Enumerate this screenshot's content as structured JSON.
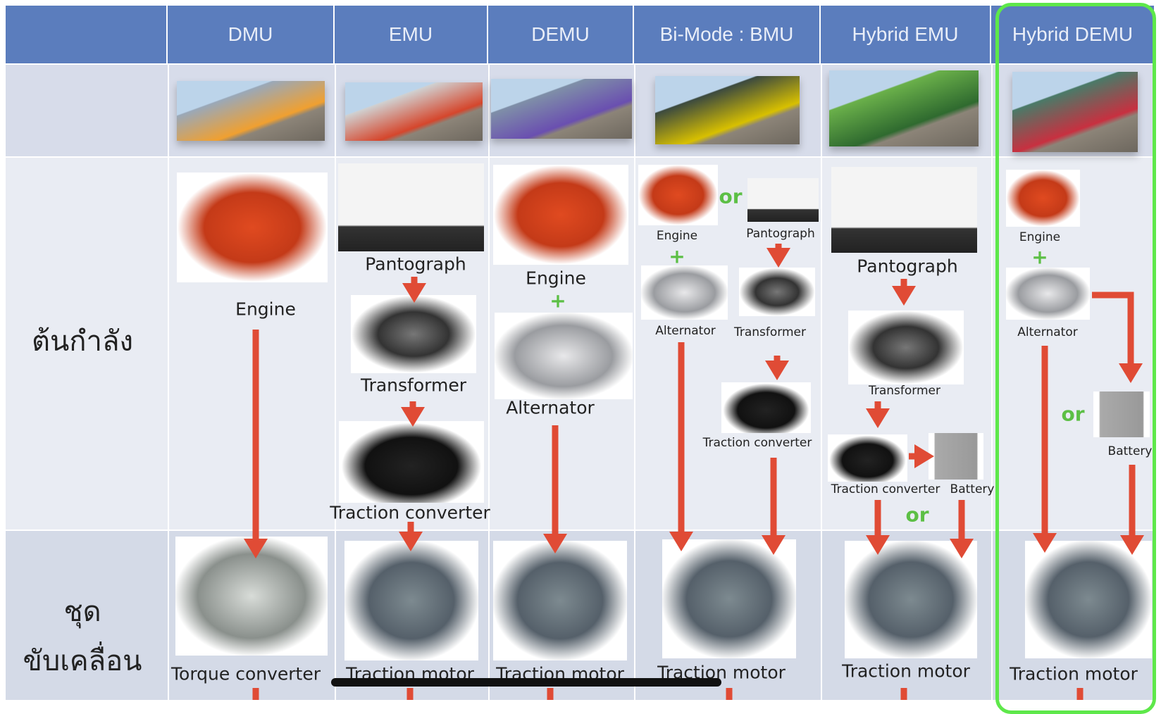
{
  "columns": [
    "DMU",
    "EMU",
    "DEMU",
    "Bi-Mode : BMU",
    "Hybrid EMU",
    "Hybrid DEMU"
  ],
  "highlighted_column": "Hybrid DEMU",
  "row_labels": {
    "power_source": "ต้นกำลัง",
    "drive_line1": "ชุด",
    "drive_line2": "ขับเคลื่อน"
  },
  "labels": {
    "dmu_engine": "Engine",
    "dmu_torque": "Torque converter",
    "emu_panto": "Pantograph",
    "emu_trans": "Transformer",
    "emu_tc": "Traction converter",
    "emu_motor": "Traction motor",
    "demu_engine": "Engine",
    "demu_plus": "+",
    "demu_alt": "Alternator",
    "demu_motor": "Traction motor",
    "bmu_engine": "Engine",
    "bmu_or": "or",
    "bmu_panto": "Pantograph",
    "bmu_plus": "+",
    "bmu_alt": "Alternator",
    "bmu_trans": "Transformer",
    "bmu_tc": "Traction converter",
    "bmu_motor": "Traction motor",
    "hemu_panto": "Pantograph",
    "hemu_trans": "Transformer",
    "hemu_tc": "Traction converter",
    "hemu_batt": "Battery",
    "hemu_or": "or",
    "hemu_motor": "Traction motor",
    "hdemu_engine": "Engine",
    "hdemu_plus": "+",
    "hdemu_alt": "Alternator",
    "hdemu_or": "or",
    "hdemu_batt": "Battery",
    "hdemu_motor": "Traction motor"
  },
  "colors": {
    "header": "#5b7dbd",
    "arrow": "#e04b35",
    "or": "#5cbf45",
    "highlight": "#5ee84a"
  }
}
